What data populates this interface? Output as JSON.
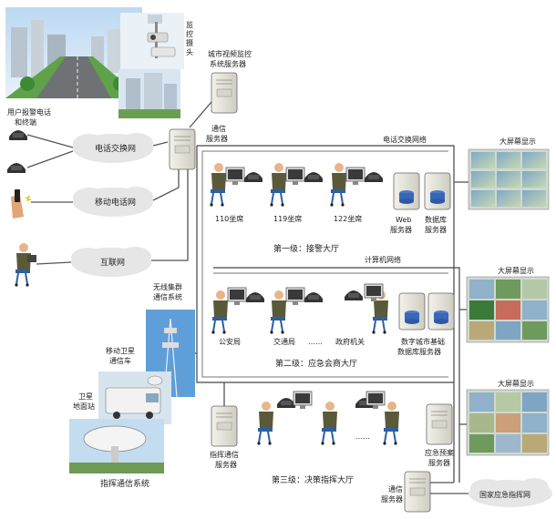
{
  "labels": {
    "camera": "监控摄头",
    "city_video_server": "城市视频监控系统服务器",
    "user_alarm_phone": "用户报警电话和终端",
    "comm_server": "通信服务器",
    "phone_network": "电话交换网",
    "mobile_network": "移动电话网",
    "internet": "互联网",
    "phone_switch_network": "电话交换网络",
    "computer_network": "计算机网络",
    "seat_110": "110坐席",
    "seat_119": "119坐席",
    "seat_122": "122坐席",
    "web_server": "Web服务器",
    "db_server": "数据库服务器",
    "big_screen": "大屏幕显示",
    "level1": "第一级：接警大厅",
    "police": "公安局",
    "traffic": "交通局",
    "ellipsis": "……",
    "gov": "政府机关",
    "digital_city_server": "数字城市基础数据库服务器",
    "level2": "第二级：应急会商大厅",
    "trunk_system": "无线集群通信系统",
    "mobile_sat": "移动卫星通信车",
    "sat_station": "卫星地面站",
    "command_system": "指挥通信系统",
    "command_server": "指挥通信服务器",
    "emergency_plan_server": "应急预案服务器",
    "level3": "第三级：决策指挥大厅",
    "national_cmd": "国家应急指挥网",
    "bottom_comm_server": "通信服务器"
  },
  "colors": {
    "cloud": "#e6e6e6",
    "server": "#ecebe2",
    "line": "#555555",
    "sky": "#9fc4e8",
    "grass": "#5fa24a"
  }
}
